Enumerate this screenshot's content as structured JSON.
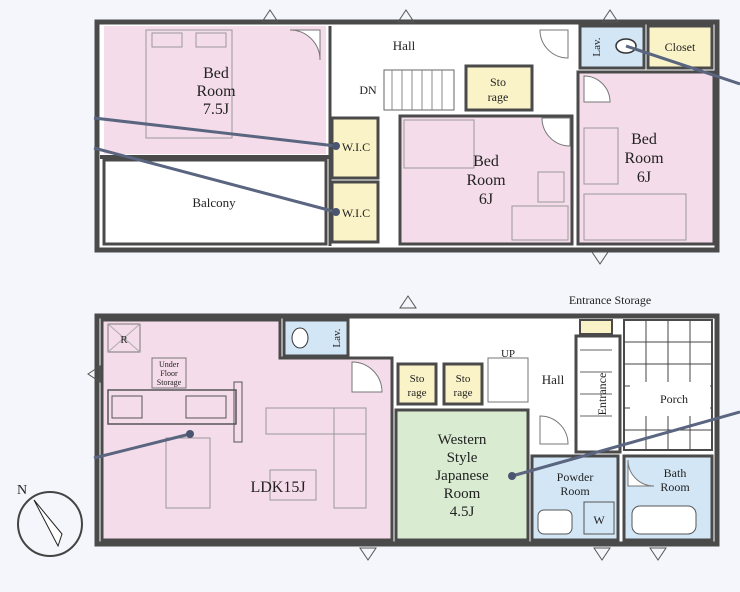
{
  "upper_floor": {
    "bedroom_main": {
      "line1": "Bed",
      "line2": "Room",
      "line3": "7.5J"
    },
    "hall": "Hall",
    "dn": "DN",
    "storage": {
      "line1": "Sto",
      "line2": "rage"
    },
    "lav": "Lav.",
    "closet": "Closet",
    "bedroom_east": {
      "line1": "Bed",
      "line2": "Room",
      "line3": "6J"
    },
    "wic1": "W.I.C",
    "wic2": "W.I.C",
    "bedroom_mid": {
      "line1": "Bed",
      "line2": "Room",
      "line3": "6J"
    },
    "balcony": "Balcony"
  },
  "ground_floor": {
    "entrance_storage": "Entrance Storage",
    "r_mark": "R",
    "under_floor": {
      "line1": "Under",
      "line2": "Floor",
      "line3": "Storage"
    },
    "lav": "Lav.",
    "up": "UP",
    "storage1": {
      "line1": "Sto",
      "line2": "rage"
    },
    "storage2": {
      "line1": "Sto",
      "line2": "rage"
    },
    "hall": "Hall",
    "entrance": "Entrance",
    "porch": "Porch",
    "ldk": "LDK15J",
    "japanese": {
      "line1": "Western",
      "line2": "Style",
      "line3": "Japanese",
      "line4": "Room",
      "line5": "4.5J"
    },
    "powder": {
      "line1": "Powder",
      "line2": "Room"
    },
    "bath": {
      "line1": "Bath",
      "line2": "Room"
    },
    "w_mark": "W"
  },
  "compass": {
    "north": "N"
  },
  "colors": {
    "pink": "#f5dcea",
    "blue": "#d3e6f5",
    "yellow": "#fbf3c8",
    "green": "#d9ecd2",
    "wall": "#4a4a4a",
    "leader": "#5a6580"
  }
}
